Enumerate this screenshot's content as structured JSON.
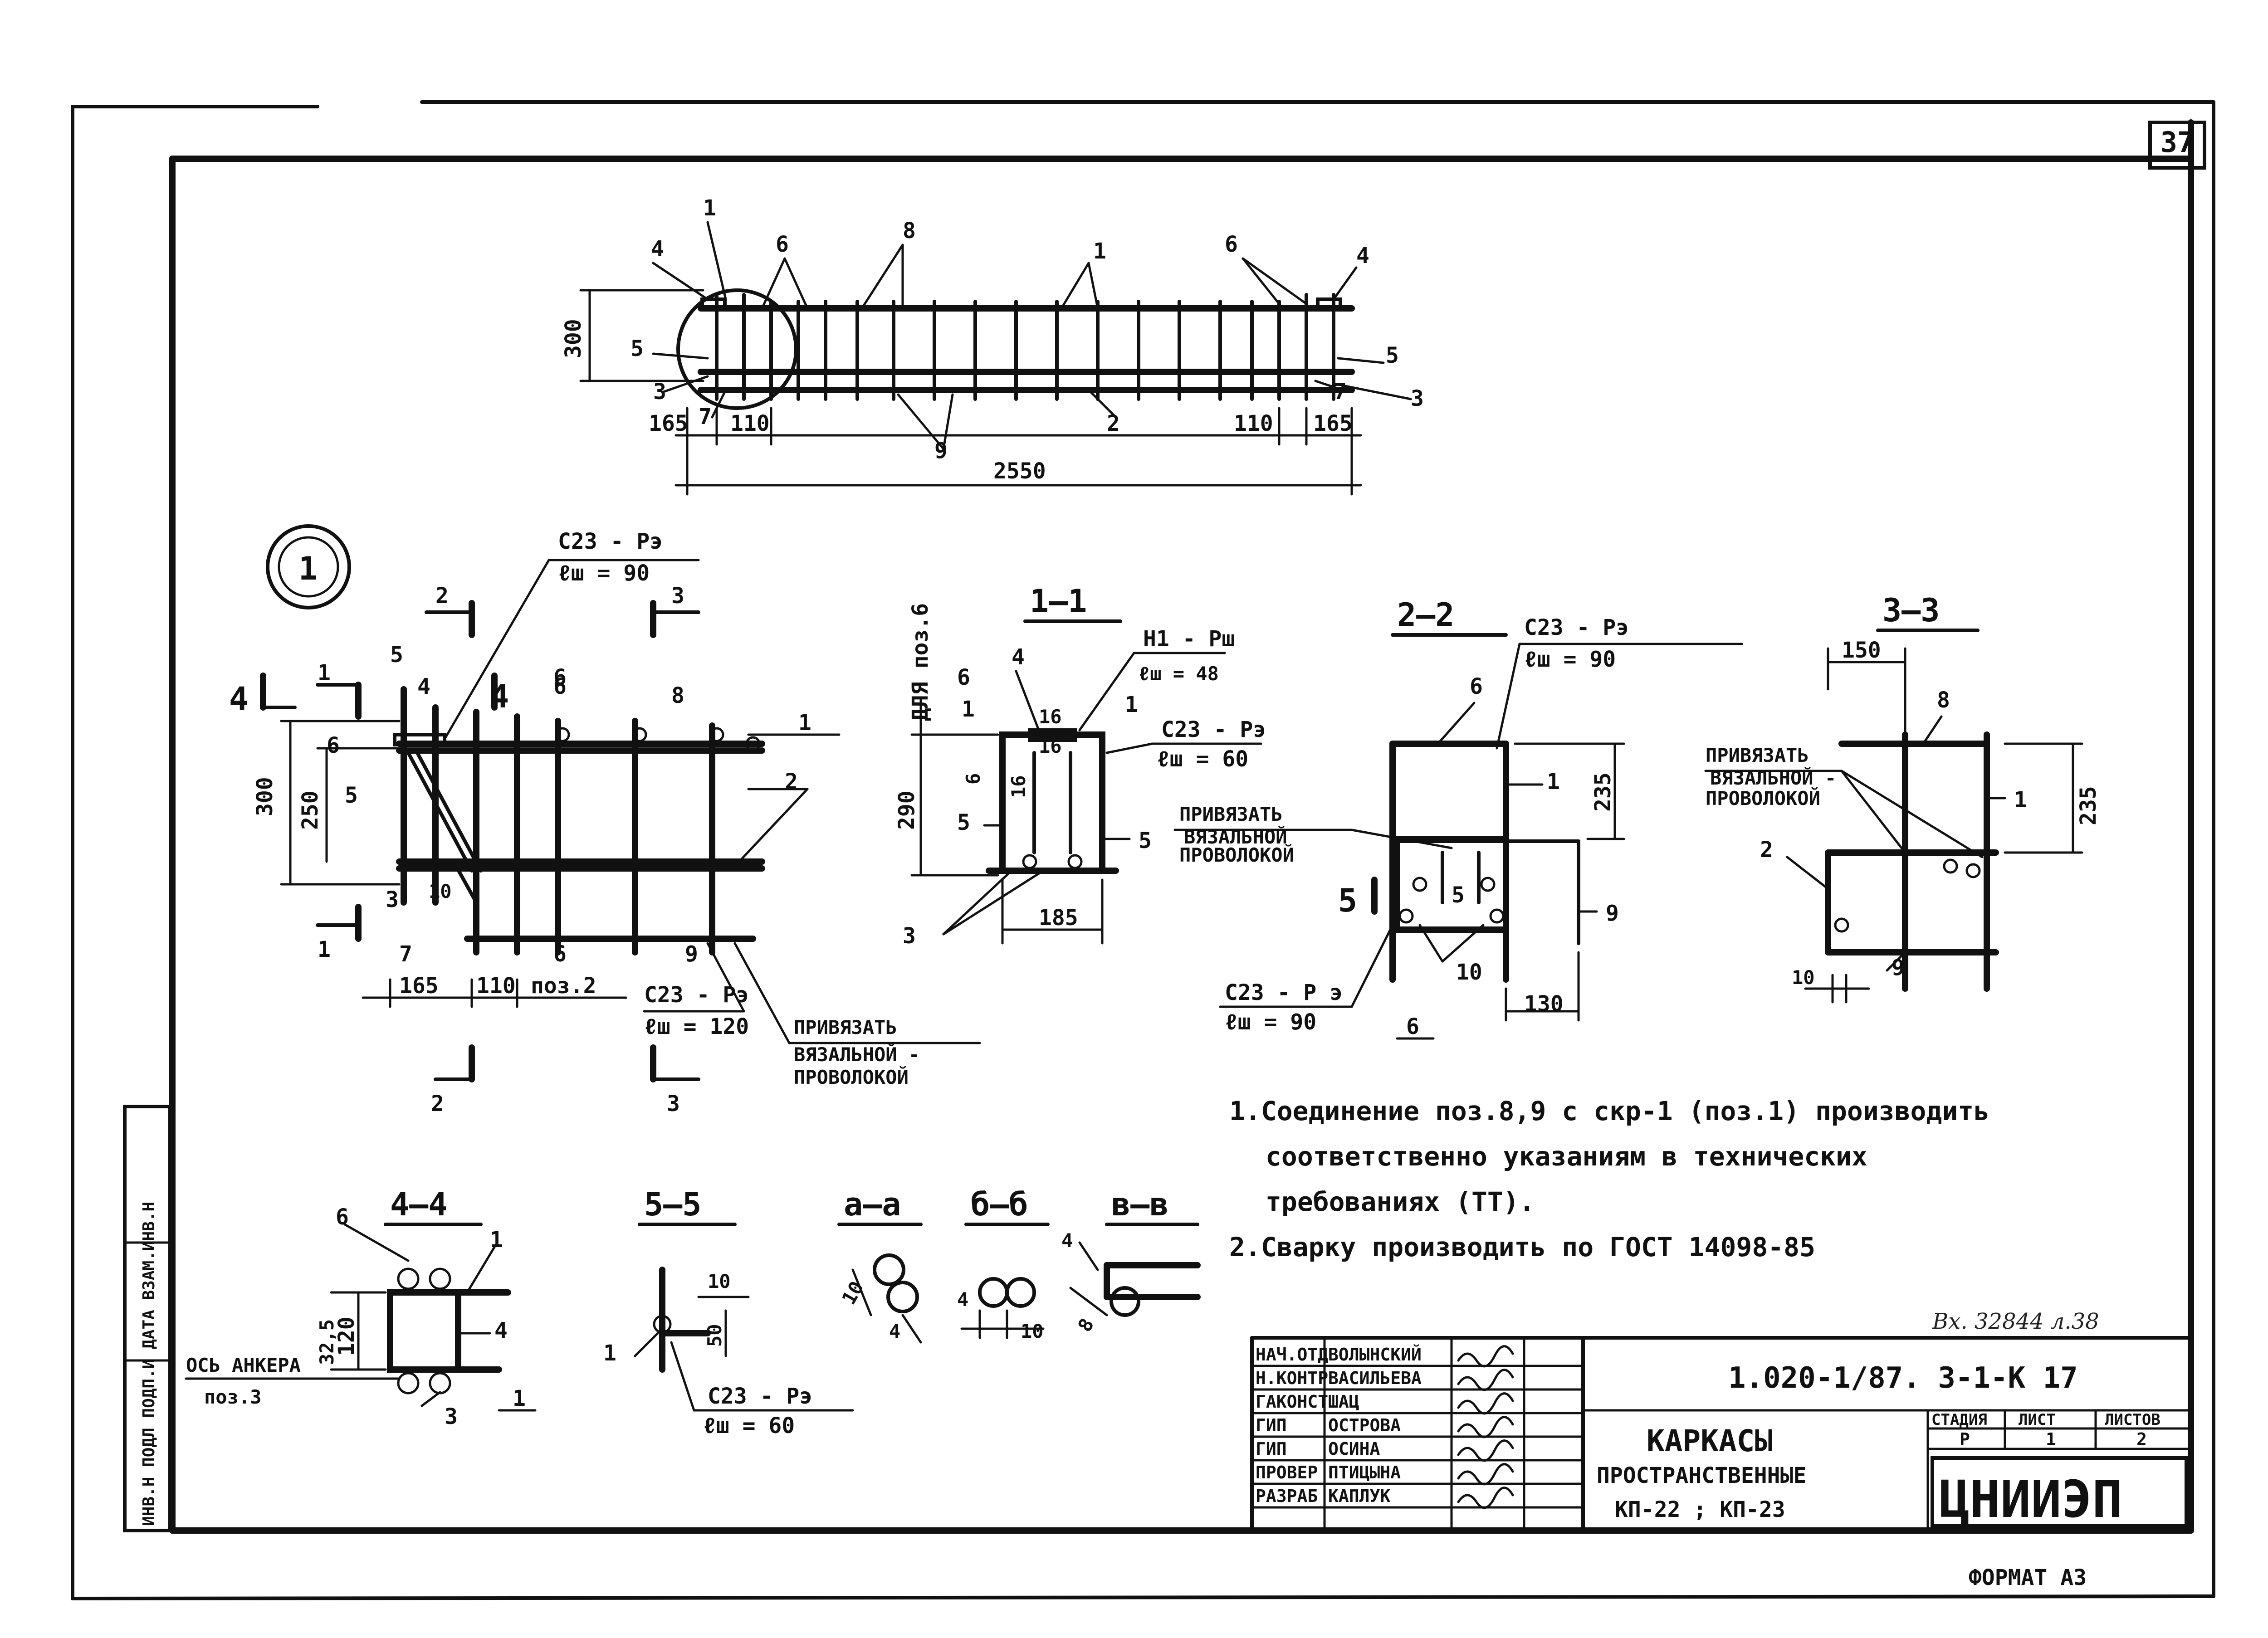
{
  "sheet": {
    "page_number": "37",
    "format": "ФОРМАТ А3",
    "incoming_ref": "Вх. 32844 л.38",
    "doc_code": "1.020-1/87. 3-1-К 17",
    "title_line1": "КАРКАСЫ",
    "title_line2": "ПРОСТРАНСТВЕННЫЕ",
    "title_line3": "КП-22 ; КП-23",
    "org": "ЦНИИЭП",
    "stage_header": "СТАДИЯ",
    "sheet_header": "ЛИСТ",
    "sheets_header": "ЛИСТОВ",
    "stage": "Р",
    "sheet_no": "1",
    "sheets_total": "2",
    "left_strip": "ИНВ.Н ПОДЛ  ПОДП.И ДАТА  ВЗАМ.ИНВ.Н"
  },
  "signatures": [
    {
      "role": "НАЧ.ОТД",
      "name": "ВОЛЫНСКИЙ"
    },
    {
      "role": "Н.КОНТР",
      "name": "ВАСИЛЬЕВА"
    },
    {
      "role": "ГАКОНСТ",
      "name": "ШАЦ"
    },
    {
      "role": "ГИП",
      "name": "ОСТРОВА"
    },
    {
      "role": "ГИП",
      "name": "ОСИНА"
    },
    {
      "role": "ПРОВЕР",
      "name": "ПТИЦЫНА"
    },
    {
      "role": "РАЗРАБ",
      "name": "КАПЛУК"
    }
  ],
  "notes": [
    "1.Соединение поз.8,9 с скр-1 (поз.1) производить",
    "соответственно указаниям в технических",
    "требованиях (ТТ).",
    "2.Сварку производить по ГОСТ 14098-85"
  ],
  "top_view": {
    "dims": {
      "height": "300",
      "total": "2550",
      "l1": "165",
      "l2": "110",
      "r1": "110",
      "r2": "165"
    },
    "callouts": [
      "1",
      "4",
      "6",
      "8",
      "1",
      "6",
      "4",
      "5",
      "3",
      "7",
      "9",
      "2",
      "5",
      "7",
      "3"
    ]
  },
  "detail1": {
    "marker": "1",
    "weld_top": "С23 - Рэ",
    "weld_top_l": "ℓш = 90",
    "weld_bottom": "С23 - Рэ",
    "weld_bottom_l": "ℓш = 120",
    "tie_note1": "ПРИВЯЗАТЬ",
    "tie_note2": "ВЯЗАЛЬНОЙ -",
    "tie_note3": "ПРОВОЛОКОЙ",
    "dims": {
      "h300": "300",
      "h250": "250",
      "d165": "165",
      "d110": "110",
      "poz2": "поз.2",
      "d10": "10"
    },
    "section_marks": [
      "2",
      "3",
      "4",
      "4",
      "1",
      "1",
      "5",
      "2",
      "3"
    ],
    "callouts": [
      "4",
      "6",
      "8",
      "1",
      "2",
      "6",
      "5",
      "3",
      "7",
      "6",
      "9",
      "6"
    ]
  },
  "section11": {
    "title": "1—1",
    "side_label": "ДЛЯ поз.6",
    "weld1": "Н1 - Рш",
    "weld1_l": "ℓш = 48",
    "weld2": "С23 - Рэ",
    "weld2_l": "ℓш = 60",
    "dims": {
      "h": "290",
      "w": "185",
      "d16a": "16",
      "d16b": "16",
      "d6": "6",
      "d16c": "16"
    },
    "callouts": [
      "4",
      "6",
      "1",
      "1",
      "5",
      "5",
      "3"
    ]
  },
  "section22": {
    "title": "2—2",
    "weld1": "С23 - Рэ",
    "weld1_l": "ℓш = 90",
    "weld2": "С23 - Р э",
    "weld2_l": "ℓш = 90",
    "tie_note1": "ПРИВЯЗАТЬ",
    "tie_note2": "ВЯЗАЛЬНОЙ",
    "tie_note3": "ПРОВОЛОКОЙ",
    "dims": {
      "h": "235",
      "w": "130"
    },
    "callouts": [
      "6",
      "1",
      "5",
      "5",
      "9",
      "10",
      "6"
    ]
  },
  "section33": {
    "title": "3—3",
    "tie_note1": "ПРИВЯЗАТЬ",
    "tie_note2": "ВЯЗАЛЬНОЙ -",
    "tie_note3": "ПРОВОЛОКОЙ",
    "dims": {
      "w": "150",
      "h": "235",
      "d10": "10"
    },
    "callouts": [
      "8",
      "1",
      "2",
      "9"
    ]
  },
  "section44": {
    "title": "4—4",
    "anchor_axis": "ОСЬ АНКЕРА",
    "anchor_poz": "поз.3",
    "dims": {
      "h": "120",
      "d": "32,5"
    },
    "callouts": [
      "6",
      "1",
      "4",
      "3",
      "1"
    ]
  },
  "section55": {
    "title": "5—5",
    "weld": "С23 - Рэ",
    "weld_l": "ℓш = 60",
    "dims": {
      "d50": "50"
    },
    "callouts": [
      "10",
      "1"
    ]
  },
  "section_aa": {
    "title": "а—а",
    "dims": [
      "10",
      "4"
    ]
  },
  "section_bb": {
    "title": "б—б",
    "dims": [
      "4",
      "10"
    ]
  },
  "section_vv": {
    "title": "в—в",
    "dims": [
      "4",
      "8"
    ]
  }
}
